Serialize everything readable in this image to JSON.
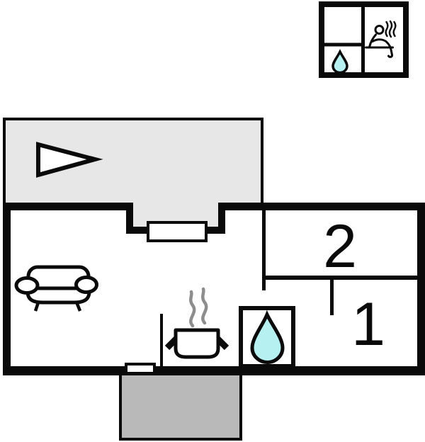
{
  "floorplan": {
    "title": "holiday-home-floor-plan",
    "room_labels": {
      "room1": "1",
      "room2": "2"
    },
    "colors": {
      "wall": "#0a0a0a",
      "terrace_fill": "#e7e7e7",
      "porch_fill": "#b9b9b9",
      "water_fill": "#b7f0f1",
      "steam_gray": "#8d8d8d",
      "paper": "#ffffff"
    },
    "icons": [
      {
        "name": "direction-arrow-icon",
        "meaning": "terrace orientation arrow"
      },
      {
        "name": "sofa-icon",
        "meaning": "living room seating"
      },
      {
        "name": "cooking-pot-icon",
        "meaning": "kitchen stove"
      },
      {
        "name": "steam-icon",
        "meaning": "cooking steam"
      },
      {
        "name": "water-drop-icon",
        "meaning": "bathroom / water"
      },
      {
        "name": "sauna-person-icon",
        "meaning": "sauna"
      }
    ]
  }
}
